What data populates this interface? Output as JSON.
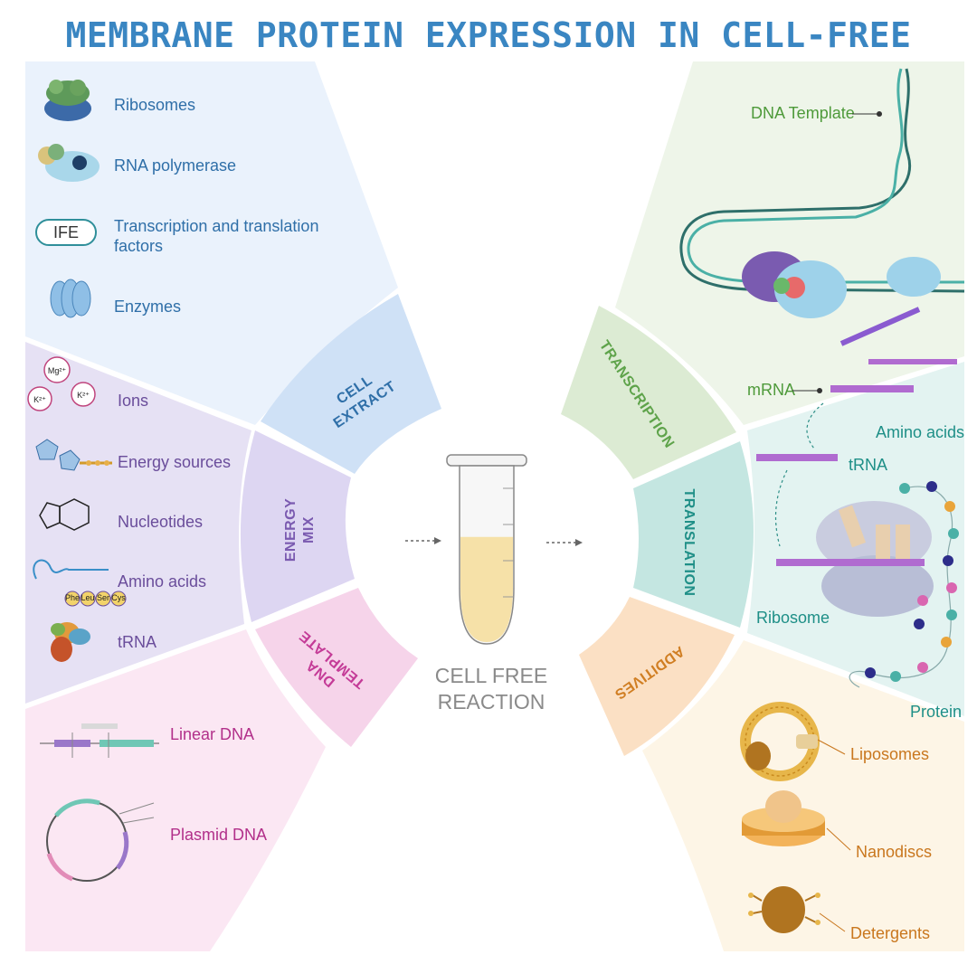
{
  "title": "MEMBRANE PROTEIN EXPRESSION IN CELL-FREE",
  "colors": {
    "title": "#3a86c2",
    "cell_extract": "#dbe9f8",
    "energy_mix": "#e3ddf2",
    "dna_template": "#f9dcee",
    "transcription": "#e3eedc",
    "translation": "#cdeae6",
    "additives": "#fbe5c9"
  },
  "left": {
    "cell_extract": {
      "wedge_label_1": "CELL",
      "wedge_label_2": "EXTRACT",
      "items": [
        {
          "label": "Ribosomes",
          "icon": "ribosome-icon"
        },
        {
          "label": "RNA polymerase",
          "icon": "rna-polymerase-icon"
        },
        {
          "label_1": "Transcription and translation",
          "label_2": "factors",
          "icon_text": "IFE"
        },
        {
          "label": "Enzymes",
          "icon": "enzyme-icon"
        }
      ]
    },
    "energy_mix": {
      "wedge_label_1": "ENERGY",
      "wedge_label_2": "MIX",
      "ion_badges": [
        "Mg²⁺",
        "K²⁺",
        "K²⁺"
      ],
      "items": [
        {
          "label": "Ions"
        },
        {
          "label": "Energy sources"
        },
        {
          "label": "Nucleotides"
        },
        {
          "label": "Amino acids"
        },
        {
          "label": "tRNA"
        }
      ],
      "amino_acid_beads": [
        "Phe",
        "Leu",
        "Ser",
        "Cys"
      ]
    },
    "dna_template": {
      "wedge_label_1": "DNA",
      "wedge_label_2": "TEMPLATE",
      "items": [
        {
          "label": "Linear DNA"
        },
        {
          "label": "Plasmid DNA"
        }
      ]
    }
  },
  "center": {
    "label_1": "CELL FREE",
    "label_2": "REACTION",
    "fill_level": 0.6
  },
  "right": {
    "transcription": {
      "wedge_label": "TRANSCRIPTION",
      "dna_template_label": "DNA Template",
      "mrna_label": "mRNA"
    },
    "translation": {
      "wedge_label": "TRANSLATION",
      "amino_acids_label": "Amino acids",
      "trna_label": "tRNA",
      "ribosome_label": "Ribosome",
      "protein_label": "Protein"
    },
    "additives": {
      "wedge_label": "ADDITIVES",
      "items": [
        {
          "label": "Liposomes"
        },
        {
          "label": "Nanodiscs"
        },
        {
          "label": "Detergents"
        }
      ]
    }
  }
}
